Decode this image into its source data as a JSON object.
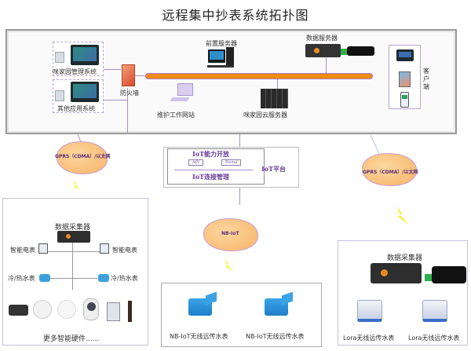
{
  "title": "远程集中抄表系统拓扑图",
  "top": {
    "systems": [
      {
        "label": "咪家园管理系统"
      },
      {
        "label": "其他应用系统"
      }
    ],
    "firewall": {
      "label": "防火墙",
      "icon": "firewall-icon"
    },
    "front_server": {
      "label": "前置服务器",
      "icon": "server-computer-icon"
    },
    "data_server": {
      "label": "数据服务器",
      "icon": "data-server-device-icon"
    },
    "maintenance_station": {
      "label": "维护工作网站",
      "icon": "workstation-icon"
    },
    "cloud_server": {
      "label": "咪家园云服务器",
      "icon": "rack-server-icon"
    },
    "clients": {
      "label": "客户端",
      "devices": [
        "monitor-icon",
        "tablet-icon",
        "phone-icon"
      ]
    }
  },
  "networks": {
    "left_cloud": "GPRS（CDMA）/以太网",
    "center_cloud": "NB-IoT",
    "right_cloud": "GPRS（CDMA）/以太网"
  },
  "iot_platform": {
    "open_label": "IoT能力开放",
    "api_label": "API",
    "portal_label": "Portal",
    "conn_label": "IoT连接管理",
    "platform_label": "IoT平台"
  },
  "left_section": {
    "collector_label": "数据采集器",
    "electric_meter_left": "智能电表",
    "electric_meter_right": "智能电表",
    "water_meter_left": "冷/热水表",
    "water_meter_right": "冷/热水表",
    "hardware_icons": [
      "camera-icon",
      "smoke-detector-icon",
      "gas-detector-icon",
      "indoor-camera-icon",
      "access-panel-icon",
      "smart-lock-icon"
    ],
    "more_label": "更多智能硬件......"
  },
  "center_section": {
    "meters": [
      {
        "label": "NB-IoT无线远传水表"
      },
      {
        "label": "NB-IoT无线远传水表"
      }
    ]
  },
  "right_section": {
    "collector_label": "数据采集器",
    "meters": [
      {
        "label": "Lora无线远传水表"
      },
      {
        "label": "Lora无线远传水表"
      }
    ]
  },
  "colors": {
    "bus": "#f08c10",
    "link": "#a88ecb",
    "cloud": "#fbc27a",
    "cloud_text": "#5a2d7a",
    "lightning": "#f2f21a",
    "iot_text": "#6a3c9a"
  }
}
